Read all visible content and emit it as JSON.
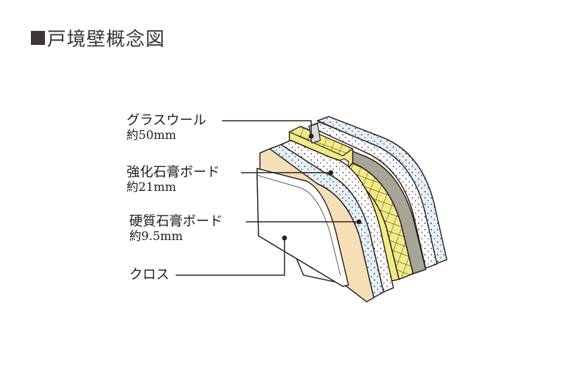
{
  "title": {
    "marker": "■",
    "text": "戸境壁概念図"
  },
  "layers": [
    {
      "name": "グラスウール",
      "thickness": "約50mm"
    },
    {
      "name": "強化石膏ボード",
      "thickness": "約21mm"
    },
    {
      "name": "硬質石膏ボード",
      "thickness": "約9.5mm"
    },
    {
      "name": "クロス",
      "thickness": ""
    }
  ],
  "colors": {
    "outline": "#2a1f1f",
    "board_white": "#ffffff",
    "board_blue": "#e4f1f9",
    "plaster_beige": "#f5dfb7",
    "glasswool_yellow": "#f2ec86",
    "gray_layer": "#a6a596",
    "cloth_white": "#ffffff"
  }
}
